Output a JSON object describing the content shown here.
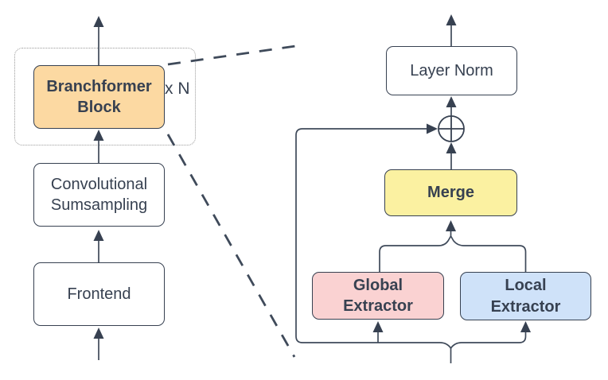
{
  "blocks": {
    "branchformer": {
      "label": "Branchformer\nBlock"
    },
    "repeat": {
      "label": "x N"
    },
    "conv": {
      "label": "Convolutional\nSumsampling"
    },
    "frontend": {
      "label": "Frontend"
    },
    "layernorm": {
      "label": "Layer Norm"
    },
    "merge": {
      "label": "Merge"
    },
    "global_extractor": {
      "label": "Global\nExtractor"
    },
    "local_extractor": {
      "label": "Local\nExtractor"
    }
  },
  "icons": {
    "sum": "circled-plus"
  },
  "colors": {
    "branchformer_fill": "#fcd9a2",
    "merge_fill": "#fbf1a1",
    "global_fill": "#fad2d2",
    "local_fill": "#cfe2f9",
    "box_border": "#374151",
    "line": "#3f4a5a",
    "text": "#374151",
    "dotted_outline": "#9a9a9a",
    "background": "#ffffff"
  }
}
